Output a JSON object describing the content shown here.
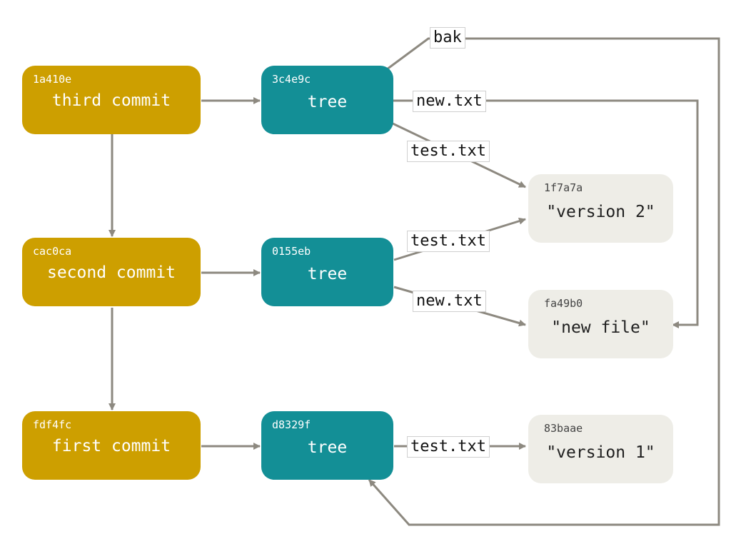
{
  "colors": {
    "commit": "#cd9f00",
    "tree": "#138f96",
    "blob": "#eeede7",
    "edge": "#8d8980"
  },
  "commits": [
    {
      "hash": "1a410e",
      "message": "third commit"
    },
    {
      "hash": "cac0ca",
      "message": "second commit"
    },
    {
      "hash": "fdf4fc",
      "message": "first commit"
    }
  ],
  "trees": [
    {
      "hash": "3c4e9c",
      "label": "tree"
    },
    {
      "hash": "0155eb",
      "label": "tree"
    },
    {
      "hash": "d8329f",
      "label": "tree"
    }
  ],
  "blobs": [
    {
      "hash": "1f7a7a",
      "content": "\"version 2\""
    },
    {
      "hash": "fa49b0",
      "content": "\"new file\""
    },
    {
      "hash": "83baae",
      "content": "\"version 1\""
    }
  ],
  "edge_labels": {
    "bak": "bak",
    "tree3_new": "new.txt",
    "tree3_test": "test.txt",
    "tree2_test": "test.txt",
    "tree2_new": "new.txt",
    "tree1_test": "test.txt"
  }
}
